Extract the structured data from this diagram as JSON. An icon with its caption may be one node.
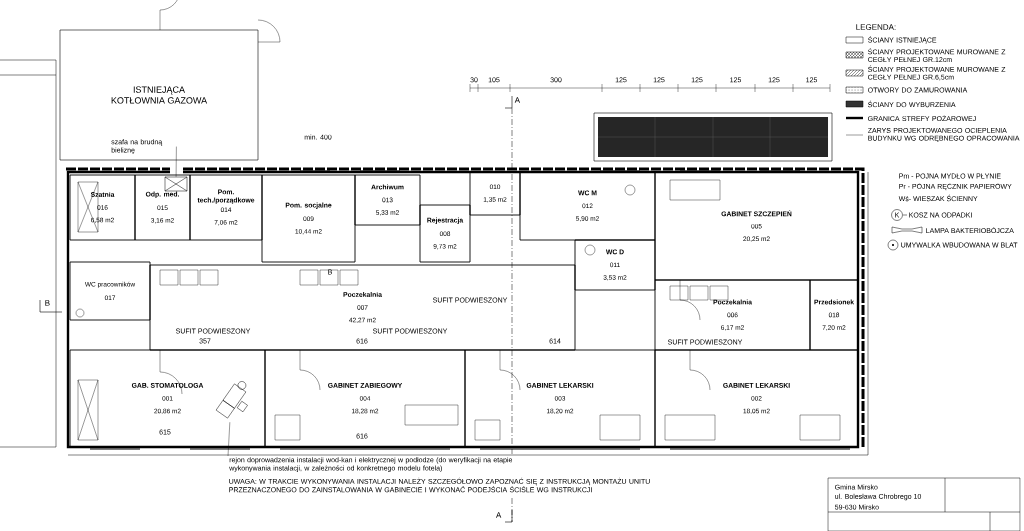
{
  "diagram": {
    "nodes": [
      {
        "text": [
          "ISTNIEJĄCA KOTŁOWNIA GAZOWA"
        ]
      },
      {
        "text": [
          "szafa na brudną bieliznę"
        ],
        "in": 0
      },
      {
        "text": [
          "Szatnia",
          "016",
          "6,58 m2"
        ]
      },
      {
        "text": [
          "Odp. med.",
          "015",
          "3,16 m2"
        ]
      },
      {
        "text": [],
        "shape": "box",
        "in": 3
      },
      {
        "text": [
          "Pom. tech./porządkowe",
          "014",
          "7,06 m2"
        ]
      },
      {
        "text": [
          "Pom. socjalne",
          "009",
          "10,44 m2"
        ]
      },
      {
        "text": [
          "Archiwum",
          "013",
          "5,33 m2"
        ]
      },
      {
        "text": [
          "Rejestracja",
          "008",
          "9,73 m2"
        ]
      },
      {
        "text": [
          "010",
          "1,35 m2"
        ]
      },
      {
        "text": [
          "WC M",
          "012",
          "5,90 m2"
        ]
      },
      {
        "text": [
          "WC D",
          "011",
          "3,53 m2"
        ]
      },
      {
        "text": [
          "GABINET SZCZEPIEŃ",
          "005",
          "20,25 m2"
        ]
      },
      {
        "text": [
          "WC pracowników",
          "017"
        ]
      },
      {
        "text": [
          "Poczekalnia",
          "007",
          "42,27 m2"
        ]
      },
      {
        "text": [
          "Poczekalnia",
          "006",
          "6,17 m2"
        ]
      },
      {
        "text": [
          "Przedsionek",
          "018",
          "7,20 m2"
        ]
      },
      {
        "text": [
          "GAB. STOMATOLOGA",
          "001",
          "20,86 m2"
        ]
      },
      {
        "text": [],
        "shape": "picture",
        "in": 17
      },
      {
        "text": [
          "GABINET ZABIEGOWY",
          "004",
          "18,28 m2"
        ]
      },
      {
        "text": [
          "GABINET LEKARSKI",
          "003",
          "18,20 m2"
        ]
      },
      {
        "text": [
          "GABINET LEKARSKI",
          "002",
          "18,05 m2"
        ]
      },
      {
        "text": [
          "rejon doprowadzenia instalacji wod-kan i elektrycznej w podłodze (do weryfikacji na etapie wykonywania instalacji, w zależności od konkretnego modelu fotela)"
        ]
      }
    ],
    "edges": [
      {
        "from": 1,
        "to": 4,
        "arrow": "none"
      },
      {
        "from": 22,
        "to": 18,
        "arrow": "none"
      }
    ],
    "labels": [
      "LEGENDA:",
      "30",
      "105",
      "300",
      "125",
      "125",
      "125",
      "125",
      "125",
      "125",
      "A",
      "A",
      "B",
      "B",
      "min. 400",
      "SUFIT PODWIESZONY",
      "SUFIT PODWIESZONY",
      "SUFIT PODWIESZONY",
      "357",
      "616",
      "614",
      "SUFIT PODWIESZONY",
      "615",
      "616",
      "Pm - POJNA MYDŁO W PŁYNIE",
      "Pr - POJNA RĘCZNIK PAPIEROWY",
      "Wś- WIESZAK ŚCIENNY",
      "K",
      "UWAGA: W TRAKCIE WYKONYWANIA INSTALACJI NALEŻY SZCZEGÓŁOWO ZAPOZNAĆ SIĘ Z INSTRUKCJĄ MONTAŻU UNITU PRZEZNACZONEGO DO ZAINSTALOWANIA W GABINECIE I WYKONAĆ PODEJŚCIA ŚCIŚLE WG INSTRUKCJI",
      "Gmina Mirsko",
      "ul. Bolesława Chrobrego 10",
      "59-630 Mirsko"
    ],
    "legend": [
      {
        "text": "ŚCIANY ISTNIEJĄCE"
      },
      {
        "text": "ŚCIANY PROJEKTOWANE MUROWANE Z CEGŁY PEŁNEJ GR.12cm"
      },
      {
        "text": "ŚCIANY PROJEKTOWANE MUROWANE Z CEGŁY PEŁNEJ GR.6,5cm"
      },
      {
        "text": "OTWORY DO ZAMUROWANIA"
      },
      {
        "text": "ŚCIANY DO WYBURZENIA"
      },
      {
        "text": "GRANICA STREFY POŻAROWEJ"
      },
      {
        "text": "ZARYS PROJEKTOWANEGO OCIEPLENIA BUDYNKU WG ODRĘBNEGO OPRACOWANIA"
      },
      {
        "text": "KOSZ NA ODPADKI"
      },
      {
        "text": "LAMPA BAKTERIOBÓJCZA"
      },
      {
        "text": "UMYWALKA WBUDOWANA W BLAT"
      }
    ]
  }
}
